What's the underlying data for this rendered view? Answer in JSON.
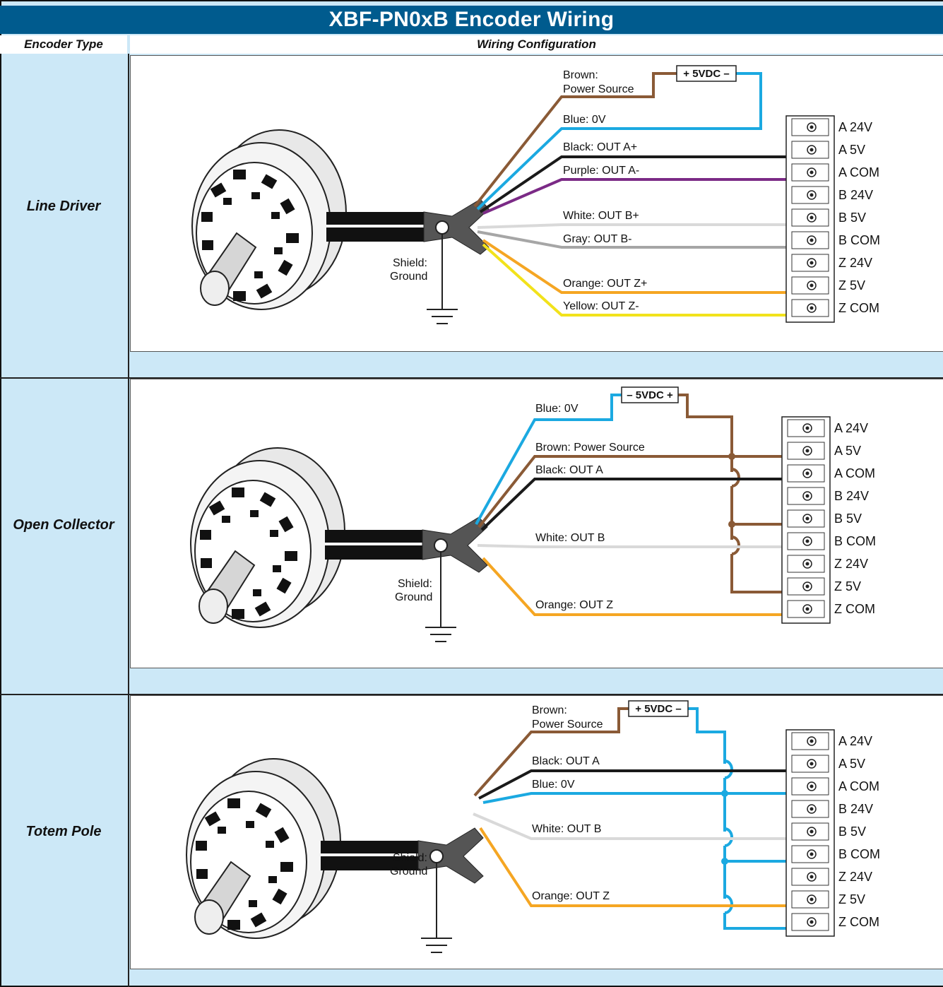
{
  "title": "XBF-PN0xB Encoder Wiring",
  "header": {
    "encoder_type": "Encoder Type",
    "wiring_configuration": "Wiring Configuration"
  },
  "colors": {
    "brown": "#8a5a36",
    "blue": "#1ba9e1",
    "black": "#1a1a1a",
    "purple": "#7b2a86",
    "white": "#d9d9d9",
    "gray": "#a6a6a6",
    "orange": "#f5a623",
    "yellow": "#f2e21b",
    "title_bg": "#005b8e",
    "panel_bg": "#cce8f7"
  },
  "terminal_labels": [
    "A 24V",
    "A 5V",
    "A COM",
    "B 24V",
    "B 5V",
    "B COM",
    "Z 24V",
    "Z 5V",
    "Z COM"
  ],
  "shield_label": [
    "Shield:",
    "Ground"
  ],
  "sections": [
    {
      "type": "Line Driver",
      "psu": "+ 5VDC –",
      "wires": {
        "brown": [
          "Brown:",
          "Power Source"
        ],
        "blue": "Blue: 0V",
        "black": "Black: OUT A+",
        "purple": "Purple: OUT A-",
        "white": "White: OUT B+",
        "gray": "Gray: OUT B-",
        "orange": "Orange: OUT Z+",
        "yellow": "Yellow: OUT Z-"
      }
    },
    {
      "type": "Open Collector",
      "psu": "–  5VDC +",
      "wires": {
        "blue": "Blue: 0V",
        "brown": "Brown: Power Source",
        "black": "Black: OUT A",
        "white": "White: OUT B",
        "orange": "Orange: OUT Z"
      }
    },
    {
      "type": "Totem Pole",
      "psu": "+ 5VDC –",
      "wires": {
        "brown": [
          "Brown:",
          "Power Source"
        ],
        "black": "Black: OUT A",
        "blue": "Blue: 0V",
        "white": "White: OUT B",
        "orange": "Orange: OUT Z"
      }
    }
  ]
}
